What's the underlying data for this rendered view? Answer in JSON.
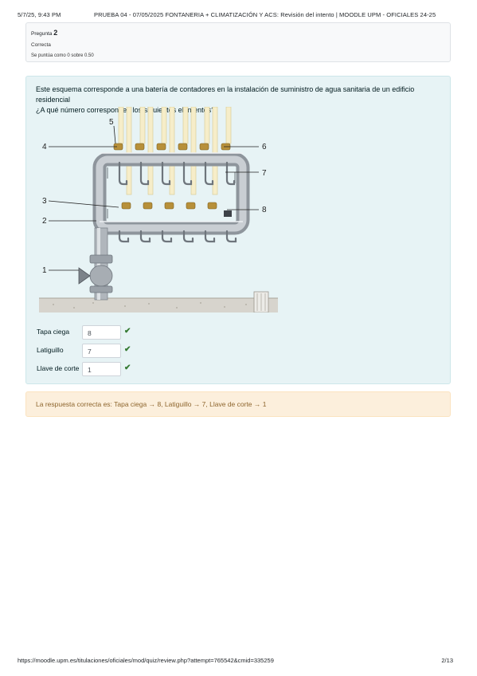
{
  "header": {
    "datetime": "5/7/25, 9:43 PM",
    "title": "PRUEBA 04 - 07/05/2025 FONTANERIA + CLIMATIZACIÓN Y ACS: Revisión del intento | MOODLE UPM - OFICIALES 24-25"
  },
  "question_info": {
    "prefix": "Pregunta",
    "number": "2",
    "state": "Correcta",
    "grade": "Se puntúa como 0 sobre 0.50"
  },
  "question": {
    "text_line1": "Este esquema corresponde a una batería de contadores en la instalación de suministro de agua sanitaria de un edificio residencial",
    "text_line2": "¿A qué número corresponden los siguientes elementos?",
    "diagram_labels": [
      "1",
      "2",
      "3",
      "4",
      "5",
      "6",
      "7",
      "8"
    ],
    "answers": [
      {
        "label": "Tapa ciega",
        "value": "8",
        "status": "correct"
      },
      {
        "label": "Latiguillo",
        "value": "7",
        "status": "correct"
      },
      {
        "label": "Llave de corte",
        "value": "1",
        "status": "correct"
      }
    ]
  },
  "feedback": {
    "text": "La respuesta correcta es: Tapa ciega → 8, Latiguillo → 7, Llave de corte → 1"
  },
  "footer": {
    "url": "https://moodle.upm.es/titulaciones/oficiales/mod/quiz/review.php?attempt=765542&cmid=335259",
    "page": "2/13"
  },
  "colors": {
    "formulation_bg": "#e7f3f5",
    "feedback_bg": "#fcefdc",
    "feedback_text": "#8e662e",
    "check_green": "#357a32"
  }
}
